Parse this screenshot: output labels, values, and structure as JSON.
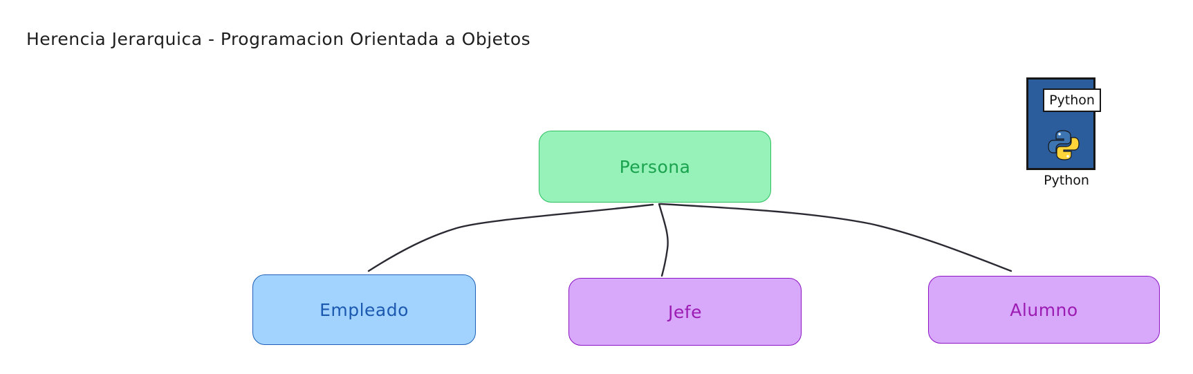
{
  "diagram": {
    "title": "Herencia Jerarquica - Programacion Orientada a Objetos",
    "nodes": {
      "persona": "Persona",
      "empleado": "Empleado",
      "jefe": "Jefe",
      "alumno": "Alumno"
    },
    "edges": [
      {
        "from": "Persona",
        "to": "Empleado"
      },
      {
        "from": "Persona",
        "to": "Jefe"
      },
      {
        "from": "Persona",
        "to": "Alumno"
      }
    ],
    "icon": {
      "name": "python-book-icon",
      "tag_label": "Python",
      "caption": "Python"
    },
    "colors": {
      "persona_fill": "#96f2b8",
      "persona_text": "#1aa34e",
      "empleado_fill": "#a2d3ff",
      "empleado_text": "#1b58b0",
      "subclass_fill": "#d8a8fb",
      "subclass_text": "#9c1bb3",
      "book_blue": "#2b5c9c",
      "python_yellow": "#ffd43b"
    }
  }
}
